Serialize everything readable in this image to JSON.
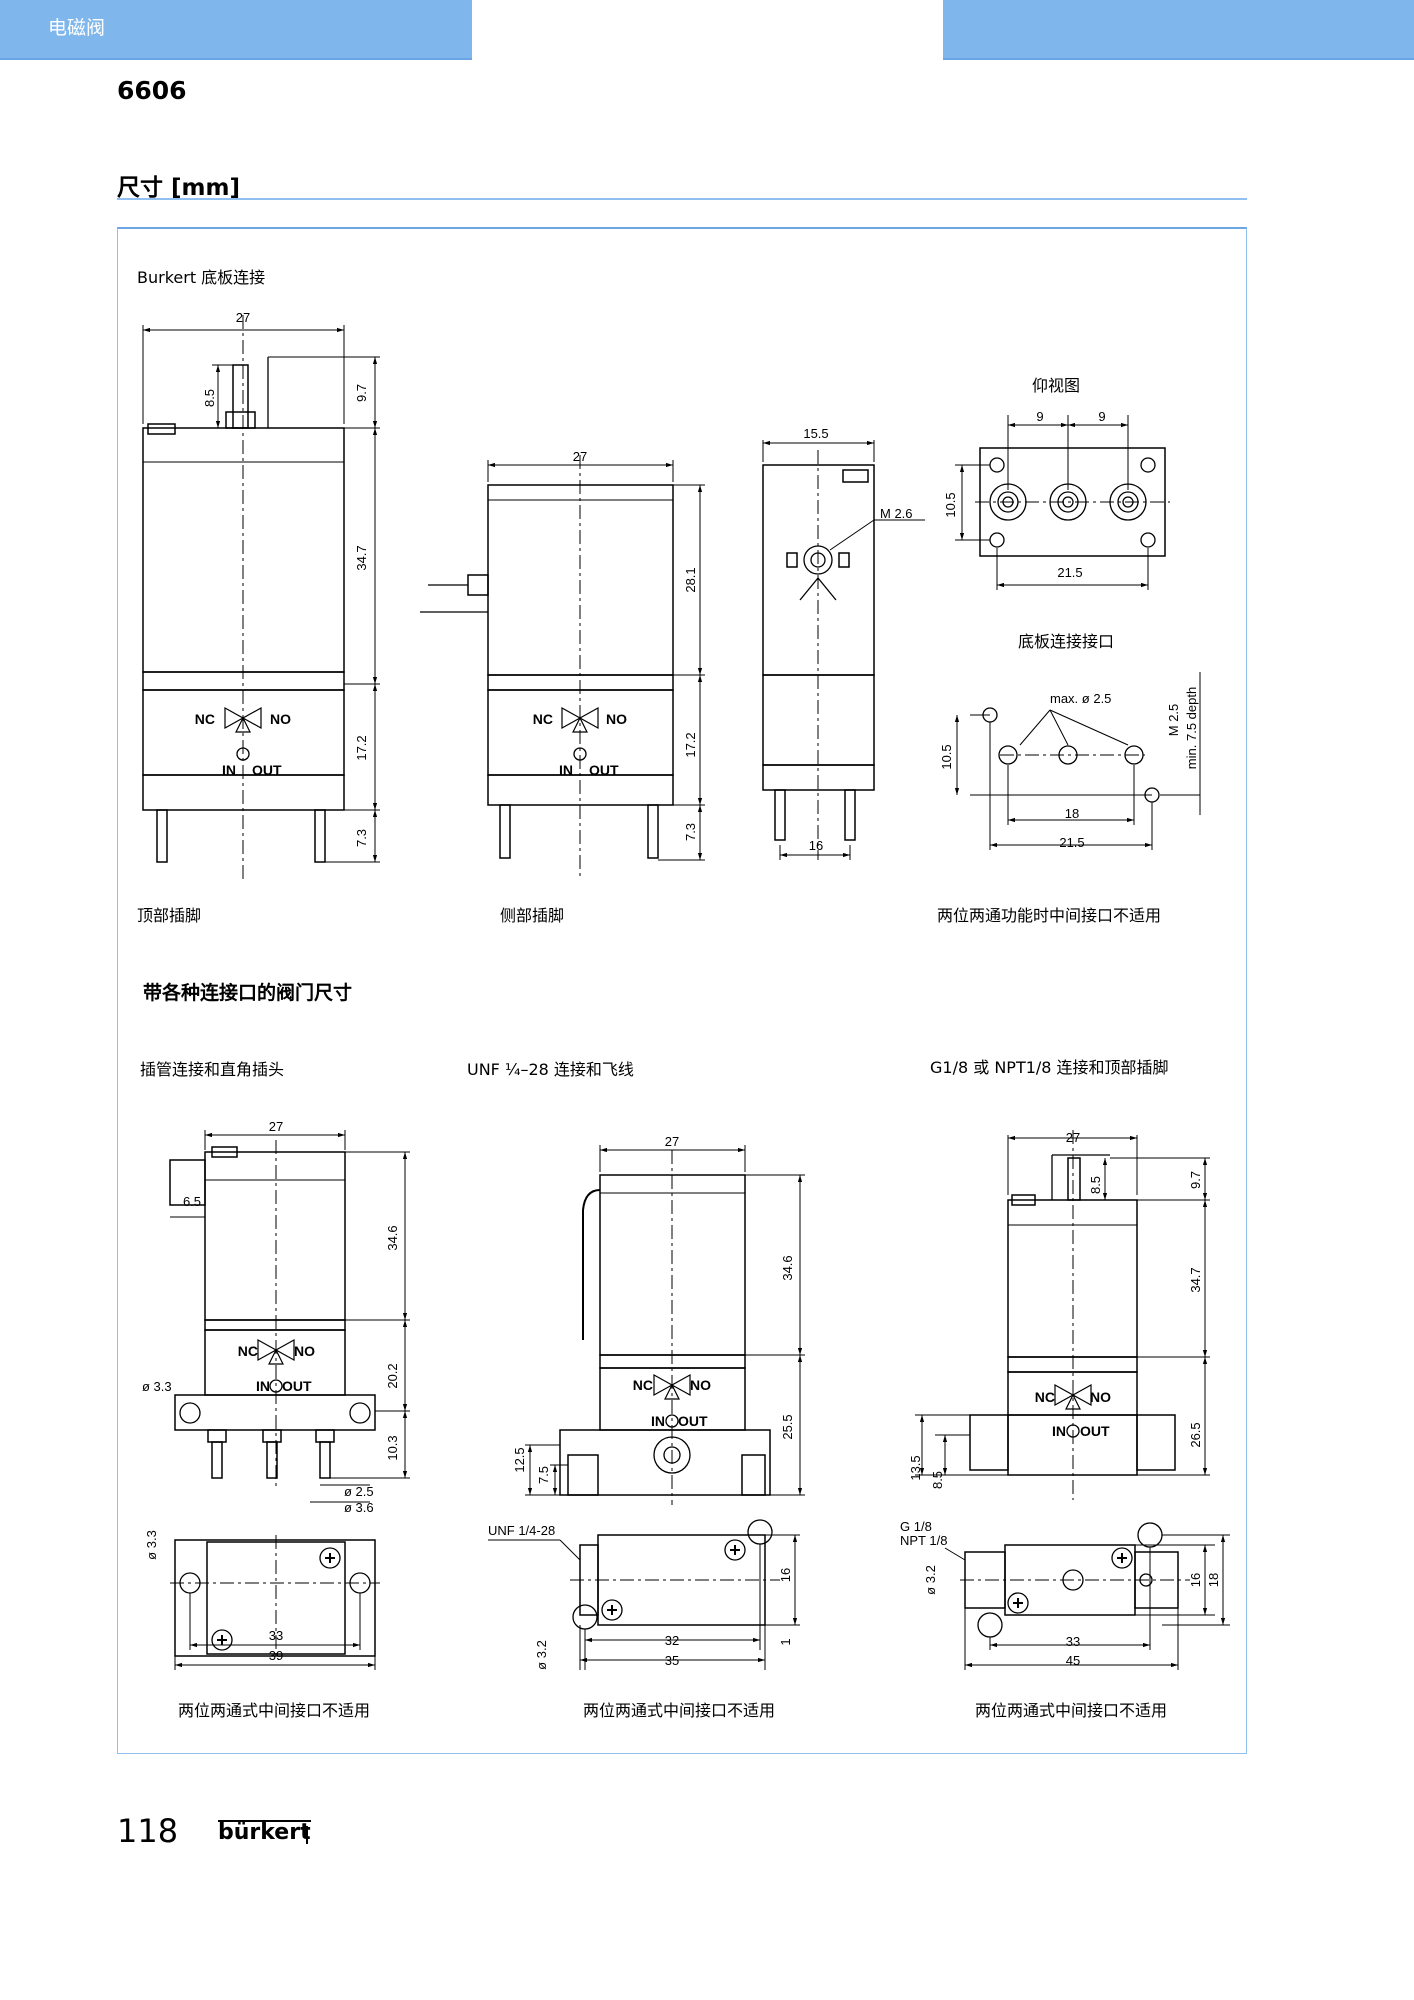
{
  "header": {
    "category": "电磁阀",
    "product": "6606",
    "section_title": "尺寸 [mm]"
  },
  "section1": {
    "title": "Burkert 底板连接",
    "top_pins": {
      "caption": "顶部插脚",
      "width": "27",
      "pin": "8.5",
      "top": "9.7",
      "coil": "34.7",
      "body": "17.2",
      "pins": "7.3"
    },
    "side_pins": {
      "caption": "侧部插脚",
      "width": "27",
      "coil": "28.1",
      "body": "17.2",
      "pins": "7.3"
    },
    "side_view": {
      "width": "15.5",
      "thread": "M 2.6",
      "pin_spacing": "16"
    },
    "bottom_view": {
      "title": "仰视图",
      "d1": "9",
      "d2": "9",
      "height": "10.5",
      "width": "21.5"
    },
    "base_ports": {
      "title": "底板连接接口",
      "max": "max. ø 2.5",
      "thread": "M 2.5",
      "depth": "min. 7.5 depth",
      "height": "10.5",
      "d18": "18",
      "d215": "21.5",
      "caption": "两位两通功能时中间接口不适用"
    },
    "valve": {
      "nc": "NC",
      "no": "NO",
      "in": "IN",
      "out": "OUT"
    }
  },
  "section2": {
    "title": "带各种连接口的阀门尺寸",
    "hose": {
      "subtitle": "插管连接和直角插头",
      "width": "27",
      "plug": "6.5",
      "coil": "34.6",
      "body": "20.2",
      "barb": "10.3",
      "hole": "ø 3.3",
      "d25": "ø 2.5",
      "d36": "ø 3.6",
      "hole2": "ø 3.3",
      "d33": "33",
      "d39": "39",
      "caption": "两位两通式中间接口不适用"
    },
    "unf": {
      "subtitle": "UNF ¼–28 连接和飞线",
      "width": "27",
      "coil": "34.6",
      "body": "25.5",
      "h125": "12.5",
      "h75": "7.5",
      "thread": "UNF 1/4-28",
      "d32": "32",
      "d35": "35",
      "d16": "16",
      "d1": "1",
      "hole": "ø 3.2",
      "caption": "两位两通式中间接口不适用"
    },
    "g18": {
      "subtitle": "G1/8 或 NPT1/8 连接和顶部插脚",
      "width": "27",
      "pin": "8.5",
      "top": "9.7",
      "coil": "34.7",
      "body": "26.5",
      "h135": "13.5",
      "h85": "8.5",
      "thread1": "G 1/8",
      "thread2": "NPT 1/8",
      "hole": "ø 3.2",
      "d33": "33",
      "d45": "45",
      "d16": "16",
      "d18": "18",
      "caption": "两位两通式中间接口不适用"
    }
  },
  "footer": {
    "page": "118",
    "logo": "bürkert"
  }
}
